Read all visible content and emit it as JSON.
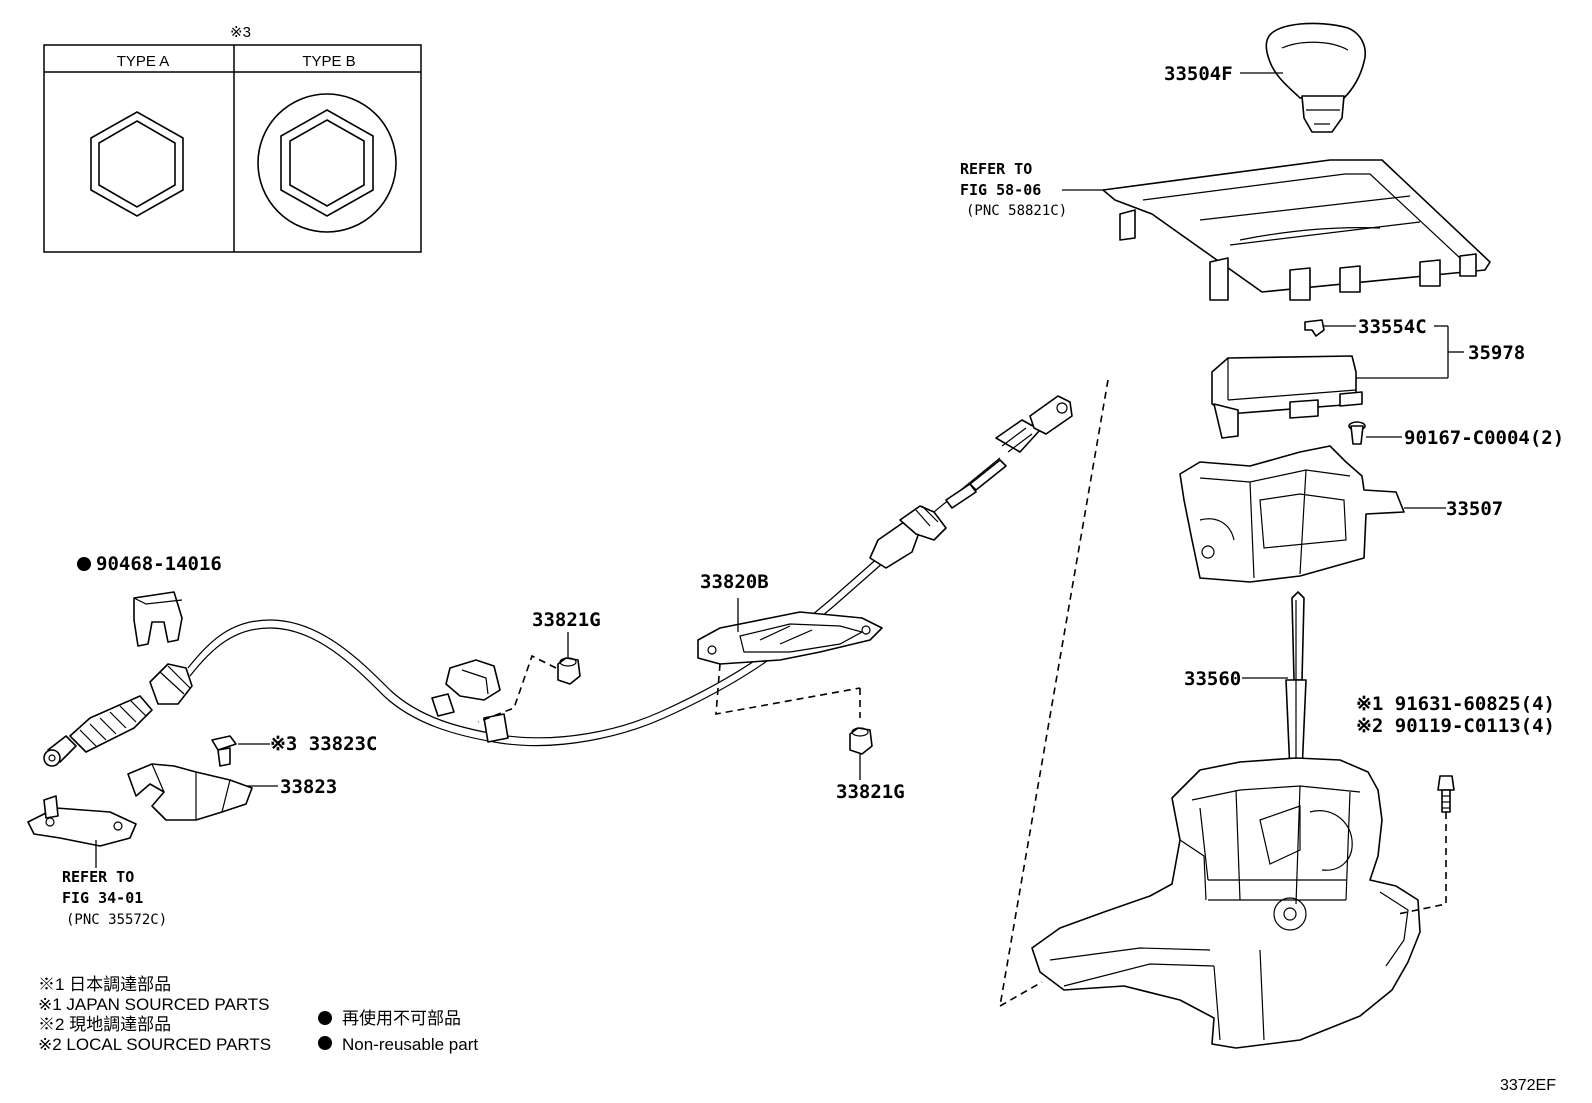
{
  "figure_code": "3372EF",
  "type_table": {
    "note_mark": "※3",
    "type_a": "TYPE A",
    "type_b": "TYPE B"
  },
  "parts": {
    "p33504F": "33504F",
    "p33554C": "33554C",
    "p35978": "35978",
    "p90167": "90167-C0004(2)",
    "p33507": "33507",
    "p33560": "33560",
    "p91631": "※1 91631-60825(4)",
    "p90119": "※2 90119-C0113(4)",
    "p33820B": "33820B",
    "p33821G_top": "33821G",
    "p33821G_bottom": "33821G",
    "p90468": "90468-14016",
    "p33823C": "※3 33823C",
    "p33823": "33823"
  },
  "refs": {
    "fig58": {
      "line1": "REFER TO",
      "line2": "FIG 58-06",
      "line3": "(PNC 58821C)"
    },
    "fig34": {
      "line1": "REFER TO",
      "line2": "FIG 34-01",
      "line3": "(PNC 35572C)"
    }
  },
  "legend": {
    "l1": "※1  日本調達部品",
    "l2": "※1  JAPAN SOURCED PARTS",
    "l3": "※2  現地調達部品",
    "l4": "※2  LOCAL SOURCED PARTS",
    "nr_jp": "再使用不可部品",
    "nr_en": "Non-reusable part"
  }
}
